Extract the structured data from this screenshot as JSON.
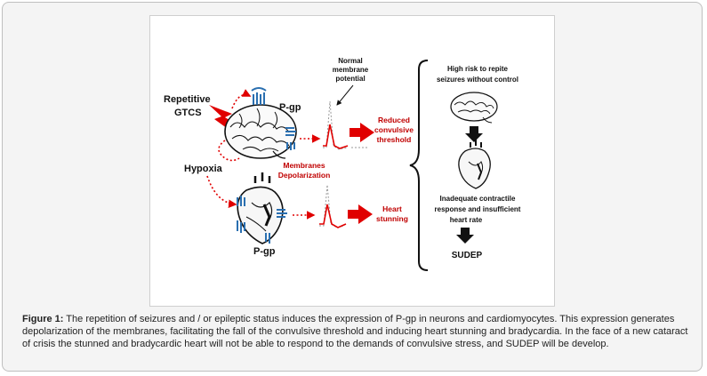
{
  "figure": {
    "labels": {
      "repetitive": "Repetitive",
      "gtcs": "GTCS",
      "pgp_top": "P-gp",
      "pgp_bottom": "P-gp",
      "hypoxia": "Hypoxia",
      "normal_1": "Normal",
      "normal_2": "membrane",
      "normal_3": "potential",
      "reduced_1": "Reduced",
      "reduced_2": "convulsive",
      "reduced_3": "threshold",
      "membranes_1": "Membranes",
      "membranes_2": "Depolarization",
      "heart_1": "Heart",
      "heart_2": "stunning",
      "risk_1": "High risk to repite",
      "risk_2": "seizures without control",
      "inad_1": "Inadequate contractile",
      "inad_2": "response and insufficient",
      "inad_3": "heart rate",
      "sudep": "SUDEP"
    },
    "colors": {
      "red": "#e00000",
      "dark_red": "#c00000",
      "channel_blue": "#2a6fb0",
      "ink": "#111111"
    }
  },
  "caption": {
    "label": "Figure 1:",
    "text": " The repetition of seizures and / or epileptic status induces the expression of P-gp in neurons and cardiomyocytes. This expression generates depolarization of the membranes, facilitating the fall of the convulsive threshold and inducing heart stunning and bradycardia. In the face of a new cataract of crisis the stunned and bradycardic heart will not be able to respond to the demands of convulsive stress, and SUDEP will be develop."
  }
}
